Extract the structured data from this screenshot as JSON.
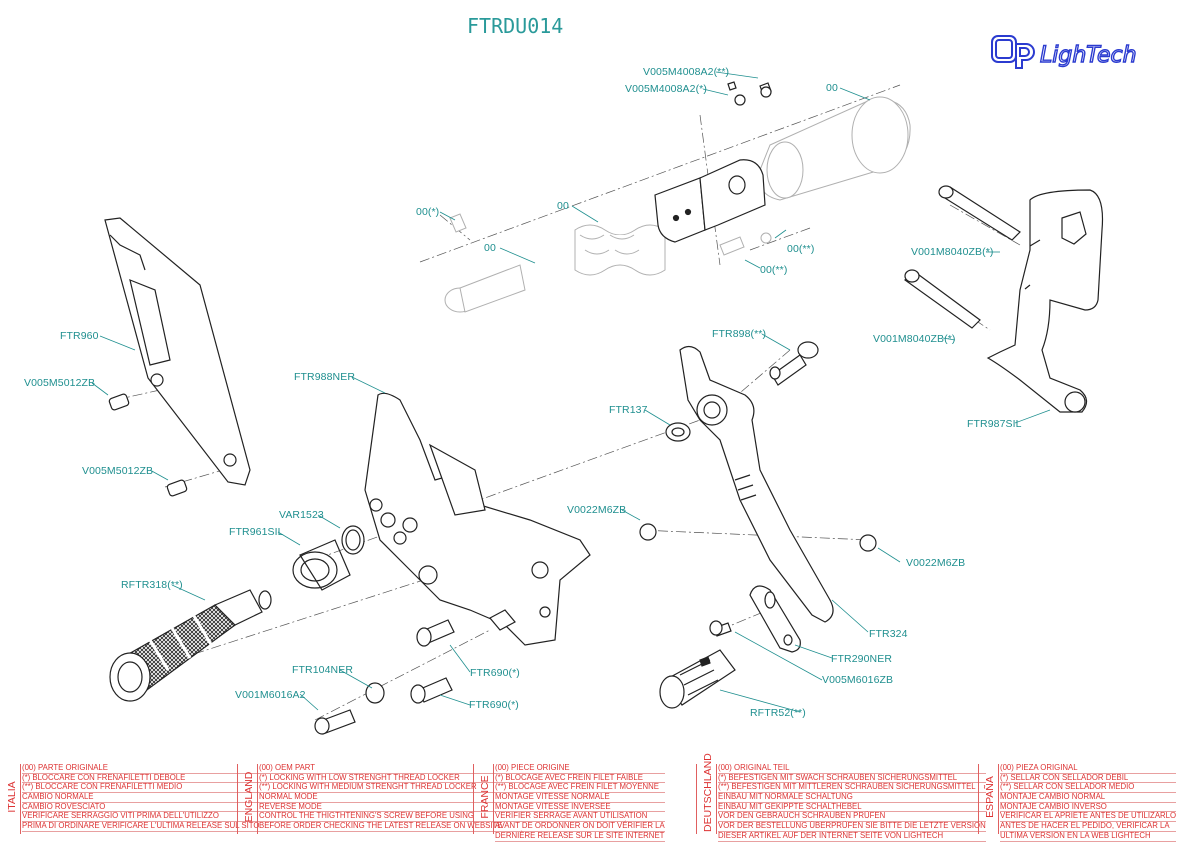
{
  "title": "FTRDU014",
  "brand": "LighTech",
  "colors": {
    "label": "#1f8f8f",
    "title": "#2a9a9a",
    "notes": "#dd3333",
    "logo": "#2b3bd0",
    "line": "#222222",
    "ghost": "#b8b8b8"
  },
  "labels": {
    "l1": "V005M4008A2(**)",
    "l2": "V005M4008A2(*)",
    "l3": "00",
    "l4": "00(*)",
    "l5": "00",
    "l6": "00",
    "l7": "00(**)",
    "l8": "00(**)",
    "l9": "V001M8040ZB(*)",
    "l10": "V001M8040ZB(*)",
    "l11": "FTR960",
    "l12": "V005M5012ZB",
    "l13": "V005M5012ZB",
    "l14": "FTR988NER",
    "l15": "FTR898(**)",
    "l16": "FTR137",
    "l17": "FTR987SIL",
    "l18": "VAR1523",
    "l19": "FTR961SIL",
    "l20": "V0022M6ZB",
    "l21": "V0022M6ZB",
    "l22": "RFTR318(**)",
    "l23": "FTR324",
    "l24": "FTR290NER",
    "l25": "FTR104NER",
    "l26": "FTR690(*)",
    "l27": "V005M6016ZB",
    "l28": "V001M6016A2",
    "l29": "FTR690(*)",
    "l30": "RFTR52(**)"
  },
  "notes": [
    {
      "country": "ITALIA",
      "lines": [
        "(00) PARTE ORIGINALE",
        "(*)   BLOCCARE CON FRENAFILETTI DEBOLE",
        "(**)  BLOCCARE CON FRENAFILETTI MEDIO",
        "CAMBIO NORMALE",
        "CAMBIO ROVESCIATO",
        "VERIFICARE SERRAGGIO VITI PRIMA DELL'UTILIZZO",
        "PRIMA DI ORDINARE VERIFICARE L'ULTIMA RELEASE SUL SITO"
      ]
    },
    {
      "country": "ENGLAND",
      "lines": [
        "(00) OEM PART",
        "(*)   LOCKING WITH LOW STRENGHT THREAD LOCKER",
        "(**)  LOCKING WITH MEDIUM STRENGHT THREAD LOCKER",
        "NORMAL MODE",
        "REVERSE MODE",
        "CONTROL THE THIGTHTENING'S SCREW BEFORE USING",
        "BEFORE ORDER CHECKING THE LATEST RELEASE ON WEBSITE"
      ]
    },
    {
      "country": "FRANCE",
      "lines": [
        "(00) PIECE ORIGINE",
        "(*)   BLOCAGE AVEC FREIN FILET FAIBLE",
        "(**)  BLOCAGE AVEC FREIN FILET MOYENNE",
        "MONTAGE VITESSE NORMALE",
        "MONTAGE VITESSE INVERSEE",
        "VERIFIER SERRAGE AVANT UTILISATION",
        "AVANT DE ORDONNER ON DOIT VÉRIFIER LA",
        "DERNIÈRE RELEASE SUR LE SITE INTERNET"
      ]
    },
    {
      "country": "DEUTSCHLAND",
      "lines": [
        "(00) ORIGINAL TEIL",
        "(*)   BEFESTIGEN MIT SWACH SCHRAUBEN SICHERUNGSMITTEL",
        "(**)  BEFESTIGEN MIT MITTLEREN SCHRAUBEN SICHERUNGSMITTEL",
        "EINBAU MIT NORMALE SCHALTUNG",
        "EINBAU MIT GEKIPPTE SCHALTHEBEL",
        "VOR DEN GEBRAUCH SCHRAUBEN PRÜFEN",
        "VOR DER BESTELLUNG ÜBERPRÜFEN SIE BITTE DIE LETZTE VERSION",
        "DIESER ARTIKEL AUF DER INTERNET SEITE VON LIGHTECH"
      ]
    },
    {
      "country": "ESPAÑA",
      "lines": [
        "(00) PIEZA ORIGINAL",
        "(*)   SELLAR CON SELLADOR DEBIL",
        "(**)  SELLAR CON SELLADOR MEDIO",
        "MONTAJE  CAMBIO NORMAL",
        "MONTAJE CAMBIO INVERSO",
        "VERIFICAR EL APRIETE ANTES DE UTILIZARLO",
        "ANTES DE HACER EL PEDIDO, VERIFICAR LA",
        "ULTIMA VERSION EN LA WEB LIGHTECH"
      ]
    }
  ]
}
